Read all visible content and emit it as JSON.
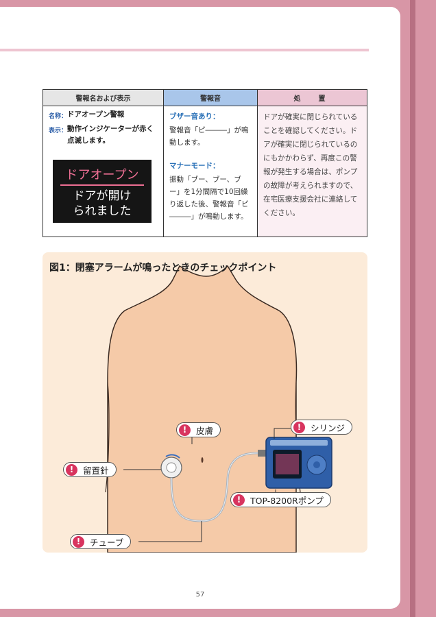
{
  "table": {
    "headers": [
      "警報名および表示",
      "警報音",
      "処　置"
    ],
    "name_label": "名称：",
    "name_value": "ドアオープン警報",
    "display_label": "表示：",
    "display_value": "動作インジケーターが赤く点滅します。",
    "screen_top": "ドアオープン",
    "screen_bottom_1": "ドアが開け",
    "screen_bottom_2": "られました",
    "buzzer_heading": "ブザー音あり：",
    "buzzer_text": "警報音「ピ―――」が鳴動します。",
    "manner_heading": "マナーモード：",
    "manner_text": "振動「ブー、ブー、ブー」を1分間隔で10回繰り返した後、警報音「ピ―――」が鳴動します。",
    "action_text": "ドアが確実に閉じられていることを確認してください。ドアが確実に閉じられているのにもかかわらず、再度この警報が発生する場合は、ポンプの故障が考えられますので、在宅医療支援会社に連絡してください。"
  },
  "figure": {
    "title": "図1：閉塞アラームが鳴ったときのチェックポイント",
    "callouts": {
      "skin": "皮膚",
      "syringe": "シリンジ",
      "needle": "留置針",
      "pump": "TOP-8200Rポンプ",
      "tube": "チューブ"
    },
    "badge_glyph": "!"
  },
  "page_number": "57",
  "colors": {
    "accent_pink": "#d8345f",
    "border_pink": "#d896a6",
    "header_blue": "#a9c6ea",
    "header_pink": "#ecc6d4",
    "skin": "#f5caa8",
    "pump_blue": "#2f5fa8"
  }
}
